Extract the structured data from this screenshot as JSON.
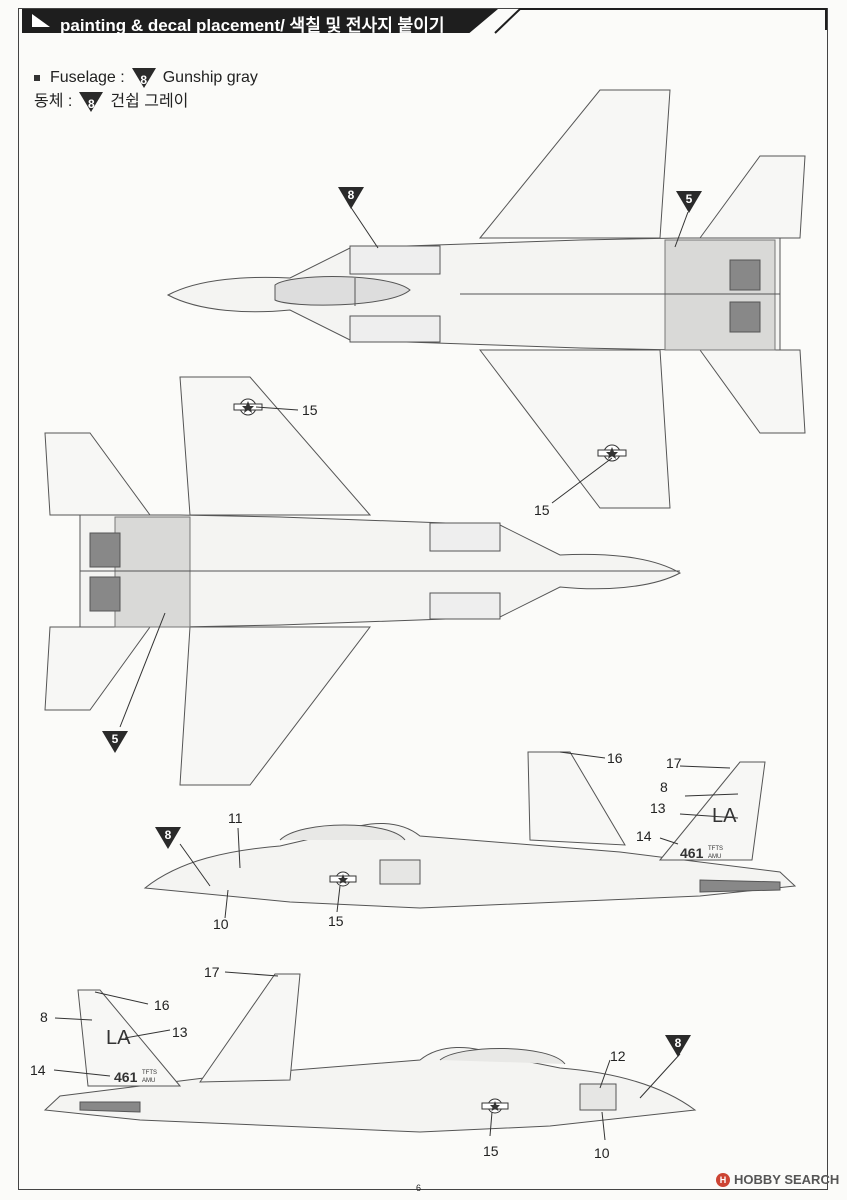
{
  "header": {
    "title": "painting & decal placement/ 색칠 및 전사지 붙이기"
  },
  "legend": {
    "en_label": "Fuselage :",
    "en_color_code": "8",
    "en_color_name": "Gunship gray",
    "ko_label": "동체 :",
    "ko_color_code": "8",
    "ko_color_name": "건쉽 그레이"
  },
  "top_view": {
    "callout_left": "8",
    "callout_right": "5",
    "decal_label": "15"
  },
  "bottom_view": {
    "decal_label": "15",
    "callout": "5"
  },
  "side_view_right": {
    "callout": "8",
    "labels": {
      "n16": "16",
      "n17": "17",
      "n8": "8",
      "n13": "13",
      "n14": "14",
      "n11": "11",
      "n10": "10",
      "n15": "15"
    },
    "tail_code": "LA",
    "tail_number": "461",
    "tail_unit_top": "TFTS",
    "tail_unit_bottom": "AMU"
  },
  "side_view_left": {
    "callout": "8",
    "labels": {
      "n17": "17",
      "n16": "16",
      "n8": "8",
      "n13": "13",
      "n14": "14",
      "n12": "12",
      "n15": "15",
      "n10": "10"
    },
    "tail_code": "LA",
    "tail_number": "461",
    "tail_unit_top": "TFTS",
    "tail_unit_bottom": "AMU"
  },
  "footer": {
    "page_number": "6",
    "watermark": "HOBBY SEARCH",
    "watermark_logo": "H"
  },
  "colors": {
    "header_bg": "#1e1e1e",
    "gunship_gray_badge": "#2a2a2a",
    "panel_shade": "#d6d6d6"
  }
}
